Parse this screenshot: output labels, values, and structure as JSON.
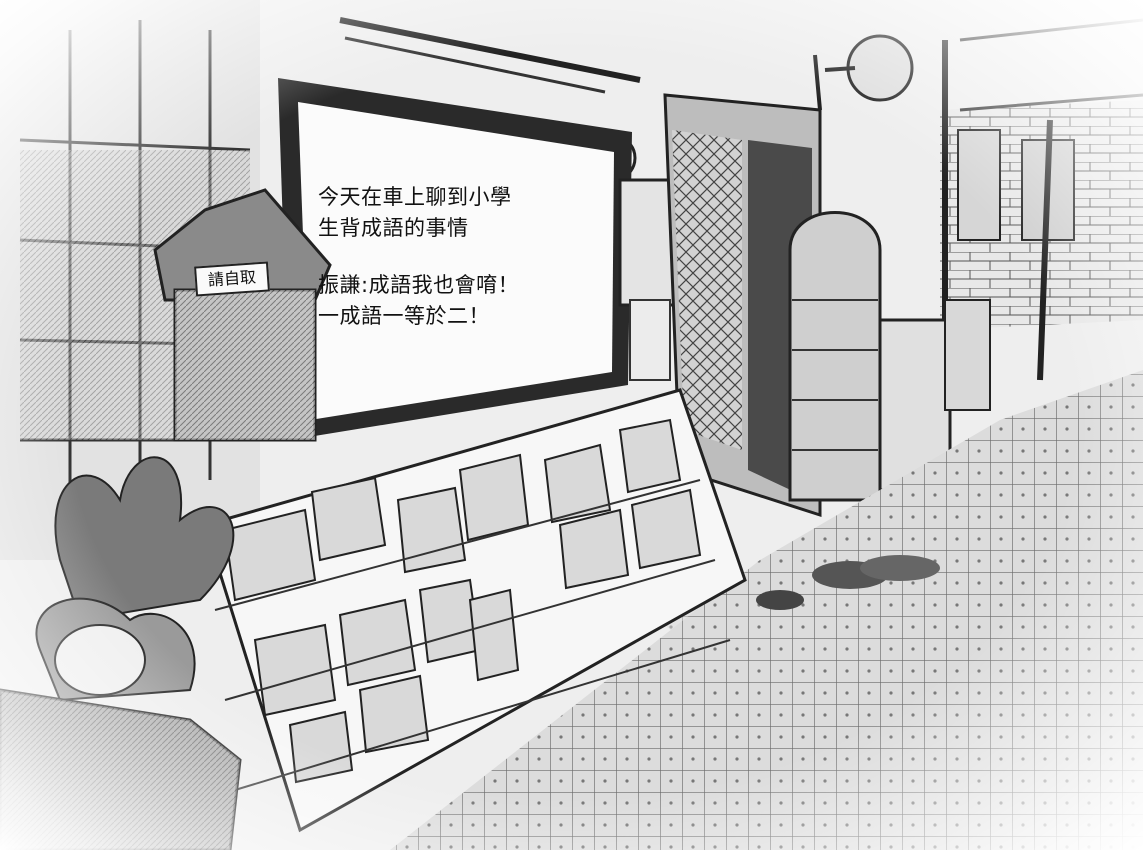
{
  "speech_bubble": {
    "lines": [
      "今天在車上聊到小學",
      "生背成語的事情",
      "振謙:成語我也會唷！",
      "一成語一等於二！"
    ]
  },
  "sign": {
    "label": "請自取"
  }
}
